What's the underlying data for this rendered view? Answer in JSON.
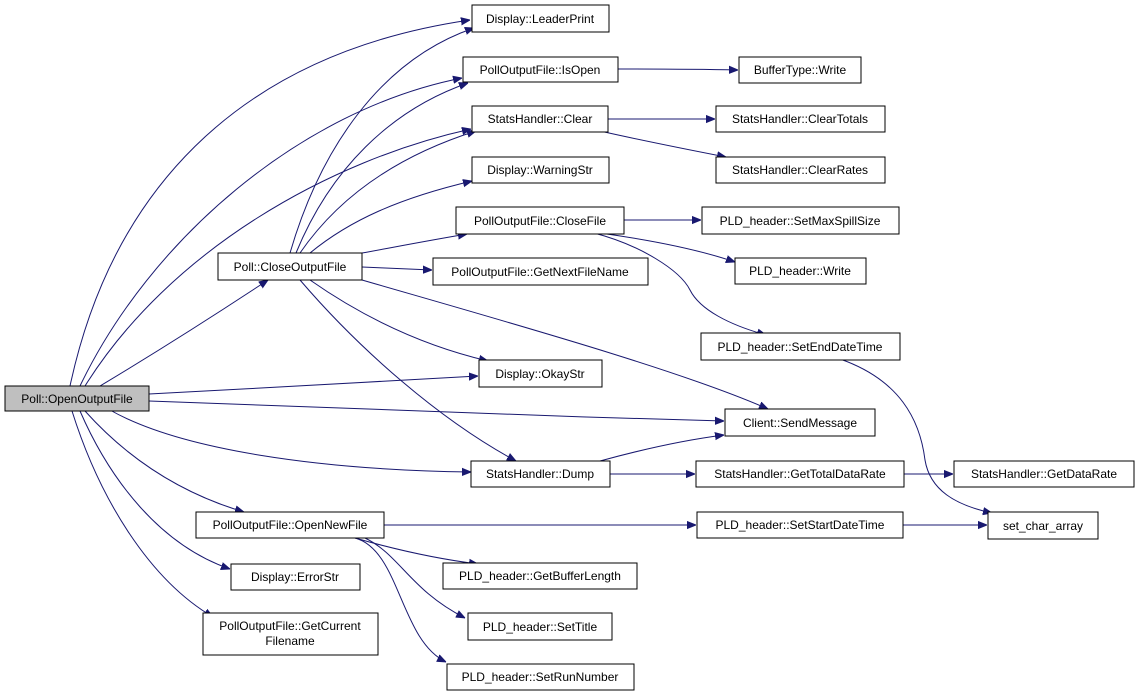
{
  "colors": {
    "edge": "#191970",
    "node_border": "#000000",
    "node_fill": "#ffffff",
    "root_fill": "#bfbfbf"
  },
  "nodes": {
    "root": "Poll::OpenOutputFile",
    "close_output_file": "Poll::CloseOutputFile",
    "leader_print": "Display::LeaderPrint",
    "is_open": "PollOutputFile::IsOpen",
    "buffer_write": "BufferType::Write",
    "stats_clear": "StatsHandler::Clear",
    "clear_totals": "StatsHandler::ClearTotals",
    "clear_rates": "StatsHandler::ClearRates",
    "warning_str": "Display::WarningStr",
    "close_file": "PollOutputFile::CloseFile",
    "set_max_spill_size": "PLD_header::SetMaxSpillSize",
    "pld_write": "PLD_header::Write",
    "get_next_file_name": "PollOutputFile::GetNextFileName",
    "set_end_date_time": "PLD_header::SetEndDateTime",
    "okay_str": "Display::OkayStr",
    "send_message": "Client::SendMessage",
    "stats_dump": "StatsHandler::Dump",
    "get_total_data_rate": "StatsHandler::GetTotalDataRate",
    "get_data_rate": "StatsHandler::GetDataRate",
    "open_new_file": "PollOutputFile::OpenNewFile",
    "set_start_date_time": "PLD_header::SetStartDateTime",
    "set_char_array": "set_char_array",
    "error_str": "Display::ErrorStr",
    "get_buffer_length": "PLD_header::GetBufferLength",
    "get_current_filename_line1": "PollOutputFile::GetCurrent",
    "get_current_filename_line2": "Filename",
    "set_title": "PLD_header::SetTitle",
    "set_run_number": "PLD_header::SetRunNumber"
  }
}
